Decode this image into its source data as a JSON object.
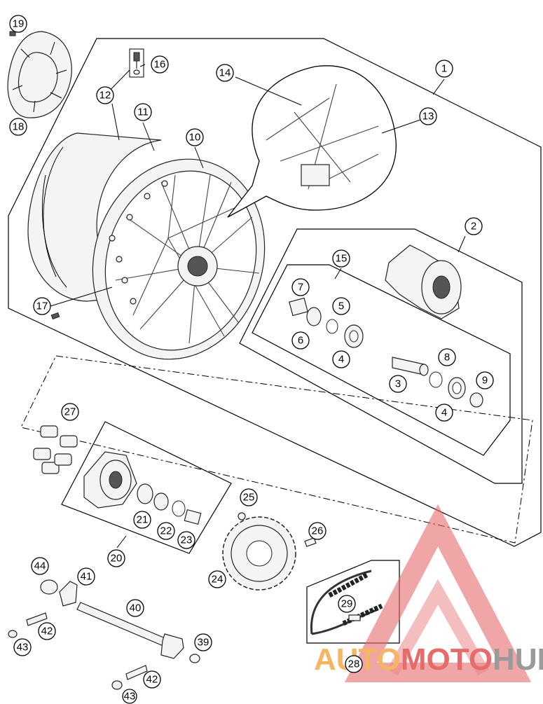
{
  "diagram": {
    "callouts": [
      {
        "id": "c1",
        "label": "1"
      },
      {
        "id": "c2",
        "label": "2"
      },
      {
        "id": "c3",
        "label": "3"
      },
      {
        "id": "c4a",
        "label": "4"
      },
      {
        "id": "c4b",
        "label": "4"
      },
      {
        "id": "c5",
        "label": "5"
      },
      {
        "id": "c6",
        "label": "6"
      },
      {
        "id": "c7",
        "label": "7"
      },
      {
        "id": "c8",
        "label": "8"
      },
      {
        "id": "c9",
        "label": "9"
      },
      {
        "id": "c10",
        "label": "10"
      },
      {
        "id": "c11",
        "label": "11"
      },
      {
        "id": "c12",
        "label": "12"
      },
      {
        "id": "c13",
        "label": "13"
      },
      {
        "id": "c14",
        "label": "14"
      },
      {
        "id": "c15",
        "label": "15"
      },
      {
        "id": "c16",
        "label": "16"
      },
      {
        "id": "c17",
        "label": "17"
      },
      {
        "id": "c18",
        "label": "18"
      },
      {
        "id": "c19",
        "label": "19"
      },
      {
        "id": "c20",
        "label": "20"
      },
      {
        "id": "c21",
        "label": "21"
      },
      {
        "id": "c22",
        "label": "22"
      },
      {
        "id": "c23",
        "label": "23"
      },
      {
        "id": "c24",
        "label": "24"
      },
      {
        "id": "c25",
        "label": "25"
      },
      {
        "id": "c26",
        "label": "26"
      },
      {
        "id": "c27",
        "label": "27"
      },
      {
        "id": "c28",
        "label": "28"
      },
      {
        "id": "c29",
        "label": "29"
      },
      {
        "id": "c39",
        "label": "39"
      },
      {
        "id": "c40",
        "label": "40"
      },
      {
        "id": "c41",
        "label": "41"
      },
      {
        "id": "c42a",
        "label": "42"
      },
      {
        "id": "c42b",
        "label": "42"
      },
      {
        "id": "c43a",
        "label": "43"
      },
      {
        "id": "c43b",
        "label": "43"
      },
      {
        "id": "c44",
        "label": "44"
      }
    ]
  },
  "watermark": {
    "part1": "AUTO",
    "part2": "MOTO",
    "part3": "HUB",
    "colors": {
      "orange": "#f5b562",
      "red": "#e66b6b",
      "gray": "#9a9a9a"
    }
  }
}
